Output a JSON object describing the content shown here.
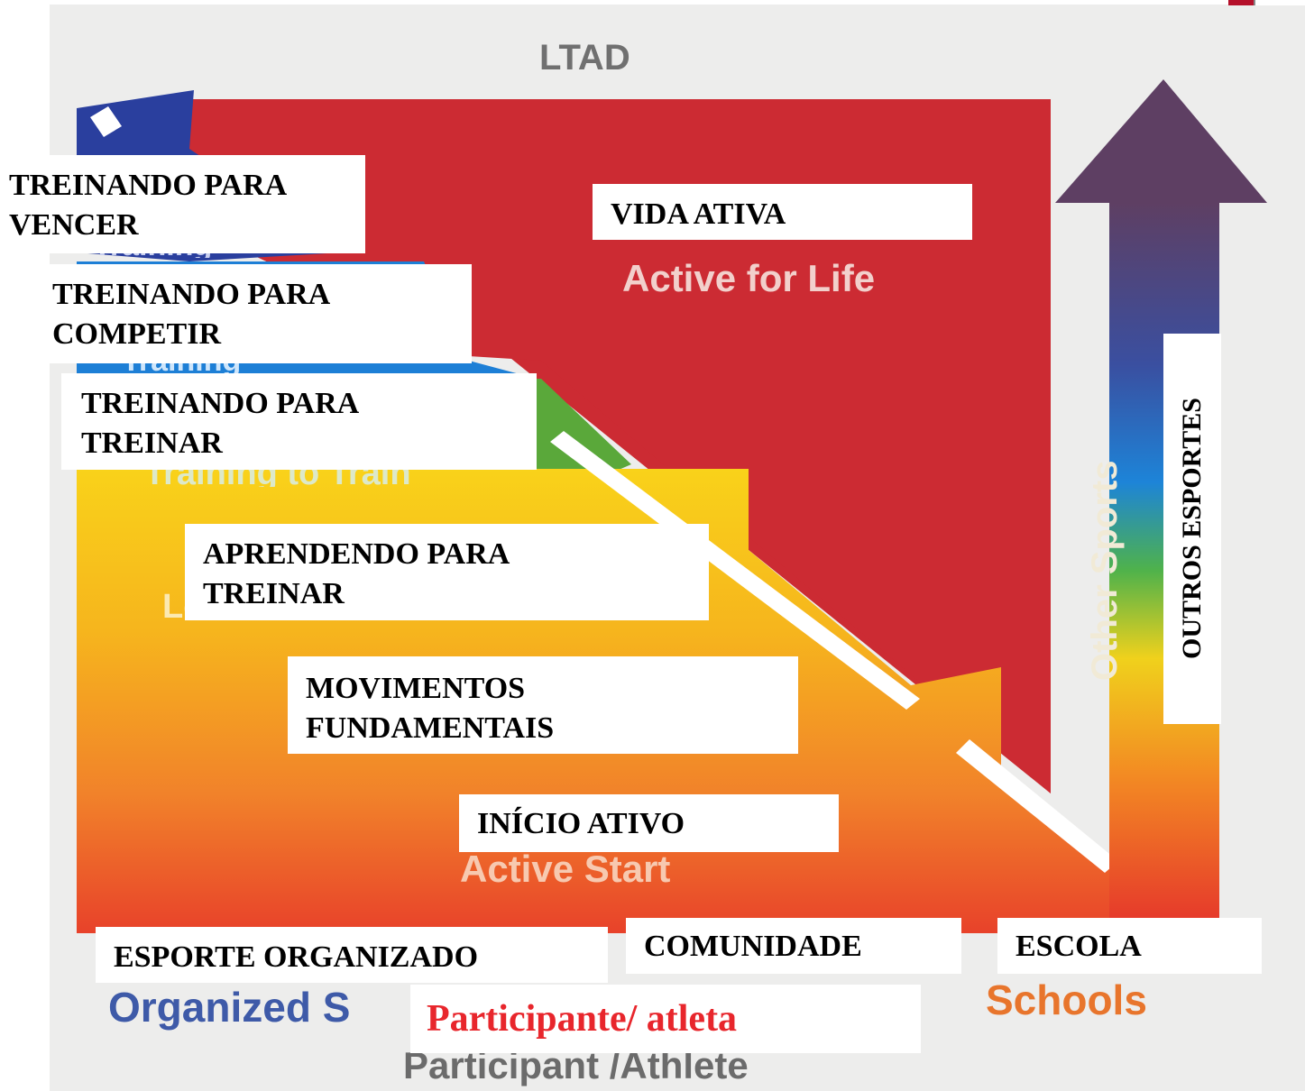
{
  "diagram": {
    "title": "LTAD",
    "stages_en": {
      "active_for_life": "Active for Life",
      "training_to_train": "Training to Train",
      "active_start": "Active Start",
      "training_fragment_1": "Training",
      "training_fragment_2": "Training",
      "learning_fragment": "Le"
    },
    "side_en": "Other Sports",
    "bottom_en": {
      "organized": "Organized S",
      "schools": "Schools",
      "participant": "Participant /Athlete"
    },
    "overlay_pt": {
      "treinando_vencer": [
        "TREINANDO PARA",
        "VENCER"
      ],
      "treinando_competir": [
        "TREINANDO PARA",
        "COMPETIR"
      ],
      "treinando_treinar": [
        "TREINANDO PARA",
        "TREINAR"
      ],
      "vida_ativa": "VIDA ATIVA",
      "aprendendo_treinar": [
        "APRENDENDO PARA",
        "TREINAR"
      ],
      "movimentos": [
        "MOVIMENTOS",
        "FUNDAMENTAIS"
      ],
      "inicio_ativo": "INÍCIO ATIVO",
      "esporte_organizado": "ESPORTE ORGANIZADO",
      "comunidade": "COMUNIDADE",
      "escola": "ESCOLA",
      "participante": "Participante/ atleta",
      "outros_esportes": "OUTROS ESPORTES"
    },
    "colors": {
      "red": "#cc2b33",
      "blue_dark": "#2a3f9e",
      "blue": "#1d7fd6",
      "green": "#5aa83a",
      "yellow": "#f6c21c",
      "orange": "#f07a1e",
      "participant_red": "#e8262c"
    }
  }
}
